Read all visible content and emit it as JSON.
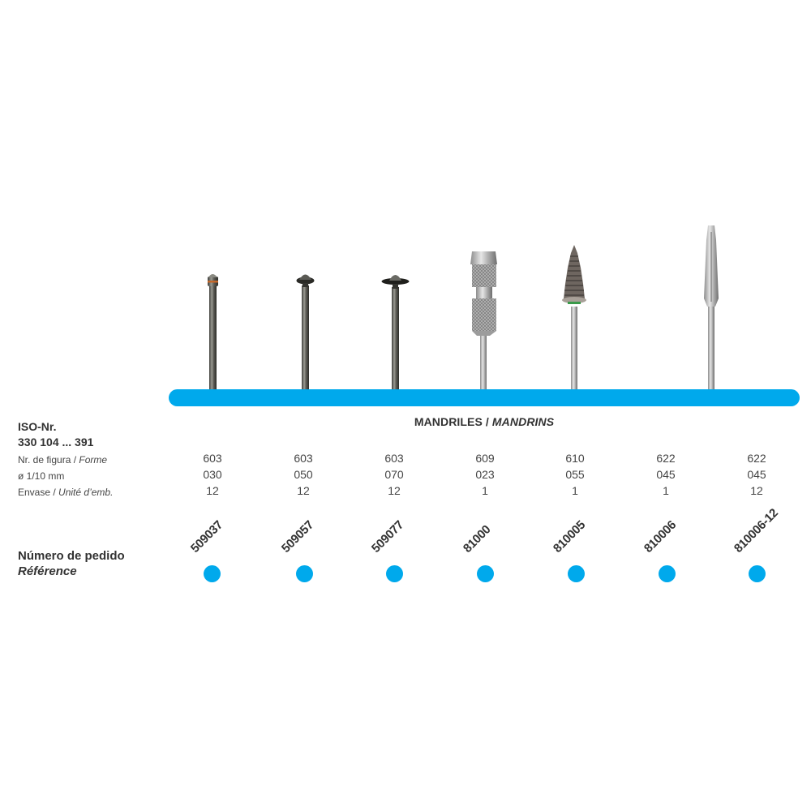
{
  "accent_color": "#00a9ec",
  "section_title": {
    "es": "MANDRILES",
    "separator": " / ",
    "fr": "MANDRINS"
  },
  "left_labels": {
    "iso_title": "ISO-Nr.",
    "iso_range": "330 104 ... 391",
    "figure": {
      "es": "Nr. de figura",
      "sep": " / ",
      "fr": "Forme"
    },
    "diameter": "ø 1/10 mm",
    "package": {
      "es": "Envase",
      "sep": " / ",
      "fr": "Unité d’emb."
    },
    "order_es": "Número de pedido",
    "order_fr": "Référence"
  },
  "products": [
    {
      "figure": "603",
      "diameter": "030",
      "package": "12",
      "reference": "509037",
      "icon": "mandrel-screw-small-icon"
    },
    {
      "figure": "603",
      "diameter": "050",
      "package": "12",
      "reference": "509057",
      "icon": "mandrel-screw-medium-icon"
    },
    {
      "figure": "603",
      "diameter": "070",
      "package": "12",
      "reference": "509077",
      "icon": "mandrel-screw-large-icon"
    },
    {
      "figure": "609",
      "diameter": "023",
      "package": "1",
      "reference": "81000",
      "icon": "mandrel-knurled-holder-icon"
    },
    {
      "figure": "610",
      "diameter": "055",
      "package": "1",
      "reference": "810005",
      "icon": "mandrel-threaded-cone-icon"
    },
    {
      "figure": "622",
      "diameter": "045",
      "package": "1",
      "reference": "810006",
      "icon": "mandrel-split-cone-icon"
    },
    {
      "figure": "622",
      "diameter": "045",
      "package": "12",
      "reference": "810006-12",
      "icon": "mandrel-split-cone-icon"
    }
  ]
}
